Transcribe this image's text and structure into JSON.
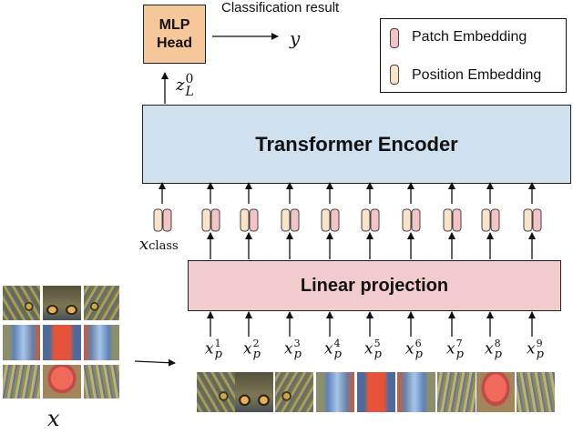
{
  "mlp_head": {
    "label_line1": "MLP",
    "label_line2": "Head",
    "fill": "#f6c79a"
  },
  "classification_result": "Classification result",
  "output_symbol": "y",
  "z_symbol": "z",
  "z_sup": "0",
  "z_sub": "L",
  "legend": {
    "patch_label": "Patch Embedding",
    "position_label": "Position Embedding",
    "patch_color": "#f2c4c8",
    "position_color": "#fbe3c9"
  },
  "encoder": {
    "label": "Transformer Encoder",
    "fill": "#cfe0ef"
  },
  "linear": {
    "label": "Linear projection",
    "fill": "#f2cccc"
  },
  "x_class": {
    "base": "x",
    "sub": "class"
  },
  "input_symbol": "x",
  "patch_tokens": [
    {
      "base": "x",
      "sub": "p",
      "sup": "1"
    },
    {
      "base": "x",
      "sub": "p",
      "sup": "2"
    },
    {
      "base": "x",
      "sub": "p",
      "sup": "3"
    },
    {
      "base": "x",
      "sub": "p",
      "sup": "4"
    },
    {
      "base": "x",
      "sub": "p",
      "sup": "5"
    },
    {
      "base": "x",
      "sub": "p",
      "sup": "6"
    },
    {
      "base": "x",
      "sub": "p",
      "sup": "7"
    },
    {
      "base": "x",
      "sub": "p",
      "sup": "8"
    },
    {
      "base": "x",
      "sub": "p",
      "sup": "9"
    }
  ]
}
